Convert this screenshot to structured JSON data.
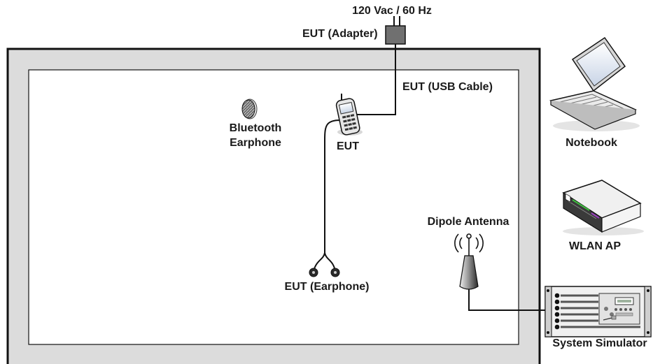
{
  "labels": {
    "power": "120 Vac / 60 Hz",
    "adapter": "EUT (Adapter)",
    "usb_cable": "EUT (USB Cable)",
    "bt_earphone_line1": "Bluetooth",
    "bt_earphone_line2": "Earphone",
    "eut": "EUT",
    "earphone": "EUT (Earphone)",
    "dipole_antenna": "Dipole Antenna",
    "notebook": "Notebook",
    "wlan_ap": "WLAN AP",
    "system_simulator": "System Simulator"
  },
  "colors": {
    "chamber_outer": "#dcdcdc",
    "chamber_border": "#111111",
    "adapter": "#707070",
    "cable": "#111111"
  }
}
